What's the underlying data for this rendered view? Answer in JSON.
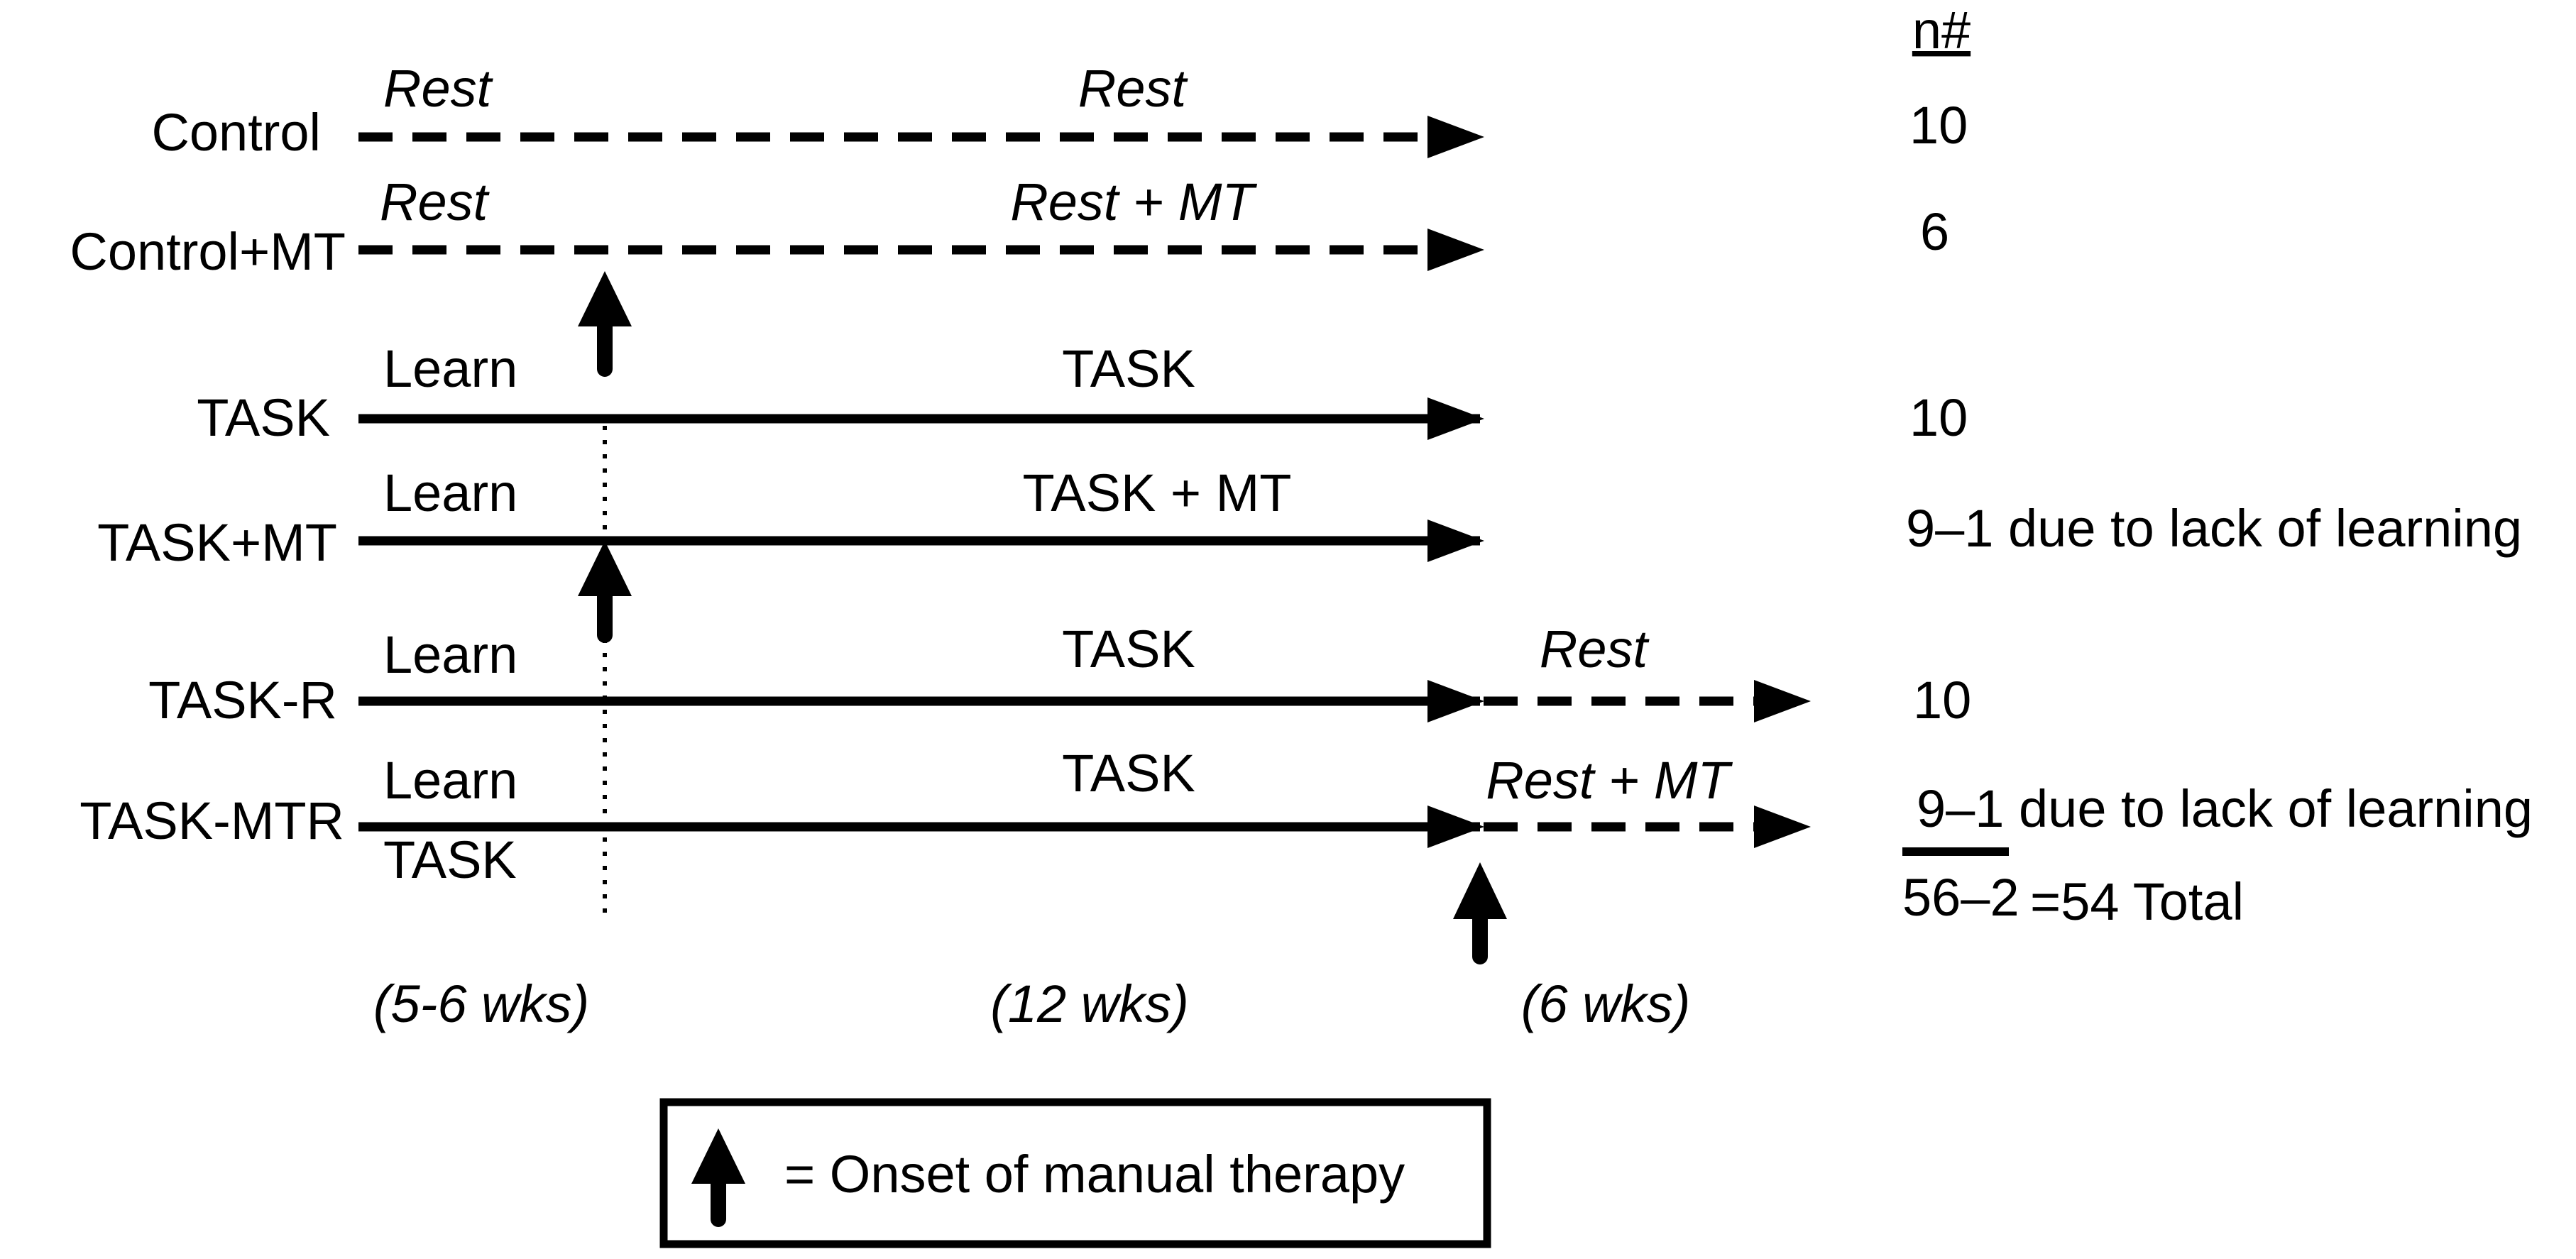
{
  "header": {
    "n_label": "n#"
  },
  "groups": [
    {
      "name": "Control",
      "phase1": "Rest",
      "phase2": "Rest",
      "n": "10"
    },
    {
      "name": "Control+MT",
      "phase1": "Rest",
      "phase2": "Rest + MT",
      "n": "6"
    },
    {
      "name": "TASK",
      "phase1": "Learn",
      "phase2": "TASK",
      "n": "10"
    },
    {
      "name": "TASK+MT",
      "phase1": "Learn",
      "phase2": "TASK + MT",
      "n": "9–1 due to lack of learning"
    },
    {
      "name": "TASK-R",
      "phase1": "Learn",
      "phase2": "TASK",
      "phase3": "Rest",
      "n": "10"
    },
    {
      "name": "TASK-MTR",
      "phase1": "Learn",
      "phase1b": "TASK",
      "phase2": "TASK",
      "phase3": "Rest + MT",
      "n": "9–1 due to lack of learning"
    }
  ],
  "total": {
    "subtraction": "56–2",
    "result": "=54 Total"
  },
  "durations": [
    "(5-6 wks)",
    "(12 wks)",
    "(6 wks)"
  ],
  "legend": {
    "text": "= Onset of manual therapy"
  },
  "colors": {
    "ink": "#000000",
    "background": "#ffffff"
  }
}
